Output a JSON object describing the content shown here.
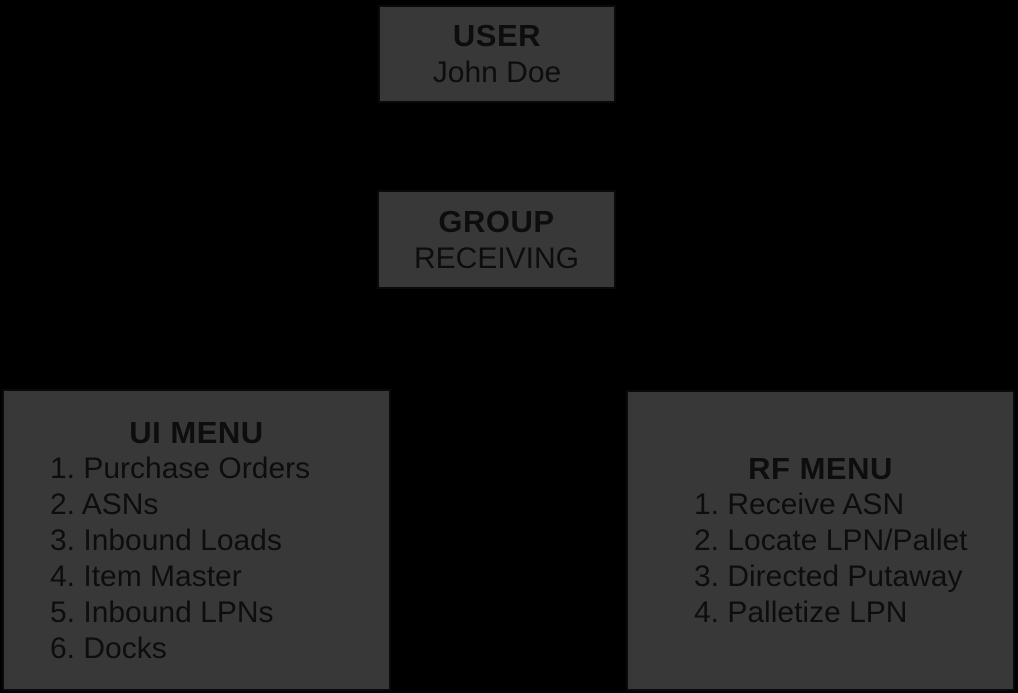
{
  "palette": {
    "background": "#000000",
    "node_fill": "#383838",
    "node_border": "#0a0a0a",
    "text_color": "#0d0d0d"
  },
  "user_box": {
    "title": "USER",
    "value": "John Doe"
  },
  "group_box": {
    "title": "GROUP",
    "value": "RECEIVING"
  },
  "ui_menu": {
    "title": "UI MENU",
    "items": [
      "1. Purchase Orders",
      "2. ASNs",
      "3. Inbound Loads",
      "4. Item Master",
      "5. Inbound LPNs",
      "6. Docks"
    ]
  },
  "rf_menu": {
    "title": "RF MENU",
    "items": [
      "1. Receive ASN",
      "2. Locate LPN/Pallet",
      "3. Directed Putaway",
      "4. Palletize LPN"
    ]
  }
}
